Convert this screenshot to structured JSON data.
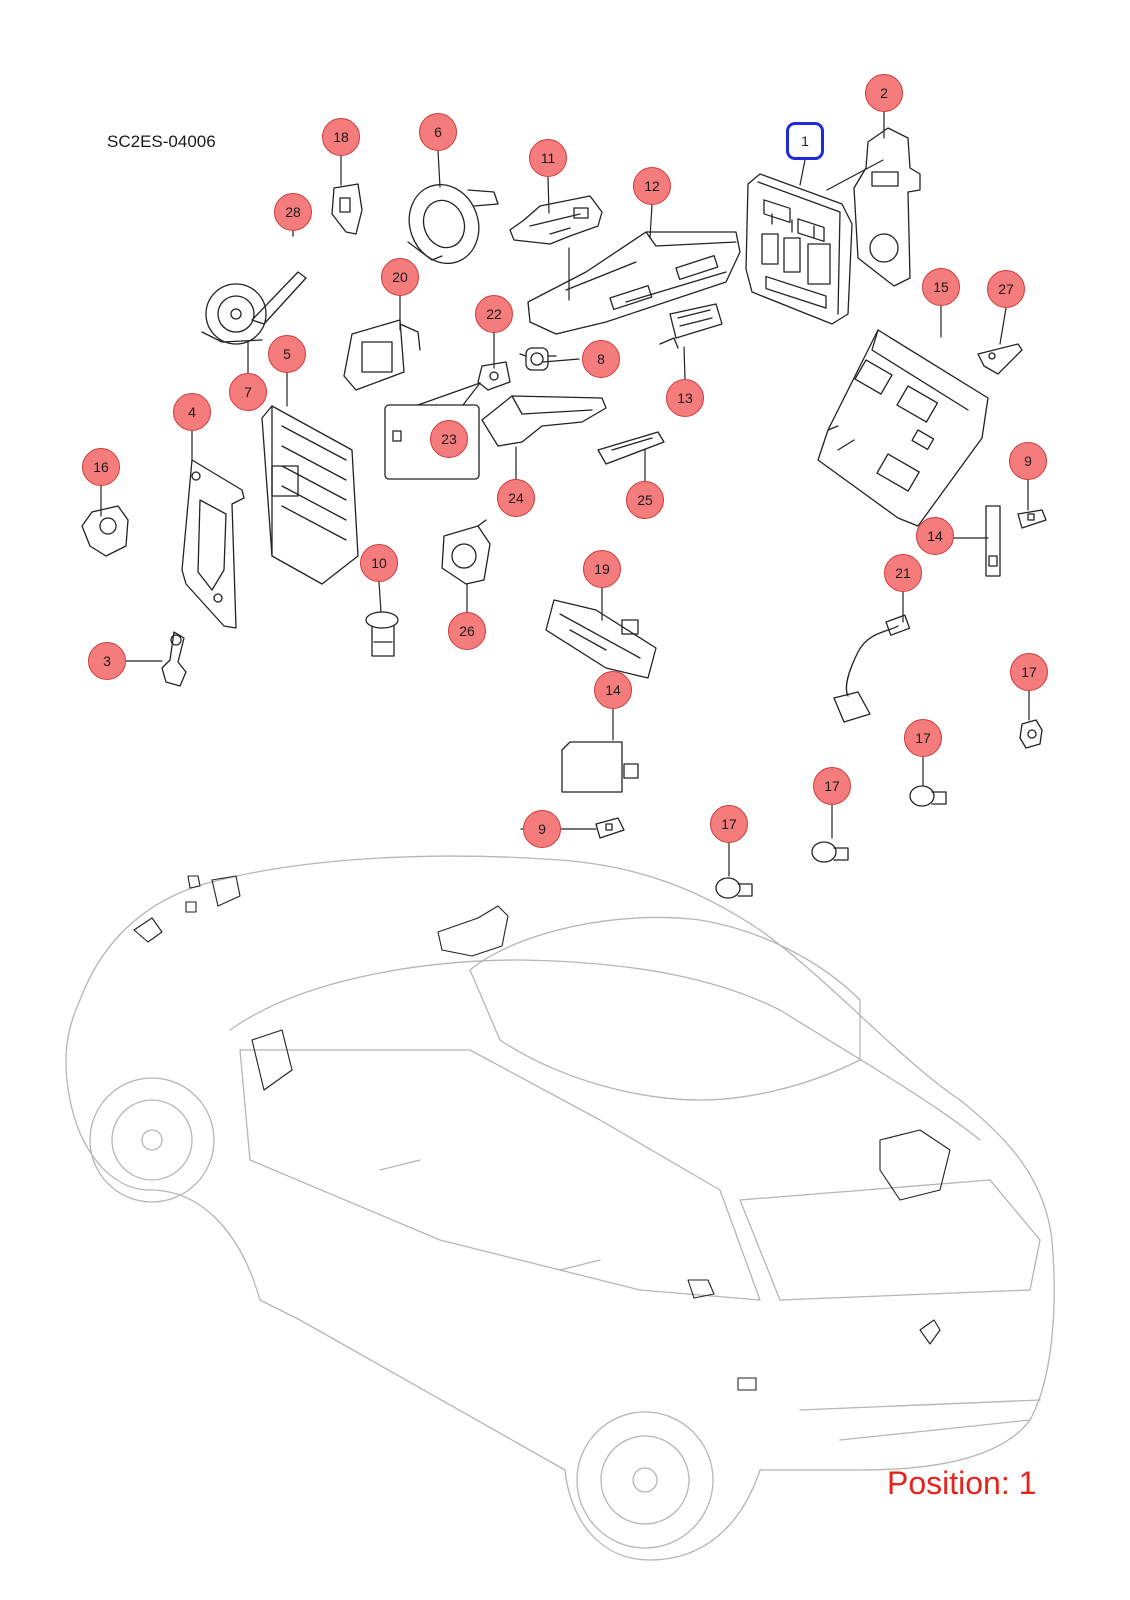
{
  "doc_code": "SC2ES-04006",
  "position_text": "Position: 1",
  "colors": {
    "callout_fill": "#f47c7c",
    "callout_border": "#d23a3a",
    "active_highlight": "#1f2ad8",
    "position_text": "#e8231c",
    "line_art": "#222222",
    "car_outline": "#b5b5b5"
  },
  "active_callout": "1",
  "callouts": [
    {
      "id": "c1",
      "label": "1"
    },
    {
      "id": "c2",
      "label": "2"
    },
    {
      "id": "c3",
      "label": "3"
    },
    {
      "id": "c4",
      "label": "4"
    },
    {
      "id": "c5",
      "label": "5"
    },
    {
      "id": "c6",
      "label": "6"
    },
    {
      "id": "c7",
      "label": "7"
    },
    {
      "id": "c8",
      "label": "8"
    },
    {
      "id": "c9a",
      "label": "9"
    },
    {
      "id": "c9b",
      "label": "9"
    },
    {
      "id": "c10",
      "label": "10"
    },
    {
      "id": "c11",
      "label": "11"
    },
    {
      "id": "c12",
      "label": "12"
    },
    {
      "id": "c13",
      "label": "13"
    },
    {
      "id": "c14a",
      "label": "14"
    },
    {
      "id": "c14b",
      "label": "14"
    },
    {
      "id": "c15",
      "label": "15"
    },
    {
      "id": "c16",
      "label": "16"
    },
    {
      "id": "c17a",
      "label": "17"
    },
    {
      "id": "c17b",
      "label": "17"
    },
    {
      "id": "c17c",
      "label": "17"
    },
    {
      "id": "c17d",
      "label": "17"
    },
    {
      "id": "c18",
      "label": "18"
    },
    {
      "id": "c19",
      "label": "19"
    },
    {
      "id": "c20",
      "label": "20"
    },
    {
      "id": "c21",
      "label": "21"
    },
    {
      "id": "c22",
      "label": "22"
    },
    {
      "id": "c23",
      "label": "23"
    },
    {
      "id": "c24",
      "label": "24"
    },
    {
      "id": "c25",
      "label": "25"
    },
    {
      "id": "c26",
      "label": "26"
    },
    {
      "id": "c27",
      "label": "27"
    },
    {
      "id": "c28",
      "label": "28"
    }
  ]
}
